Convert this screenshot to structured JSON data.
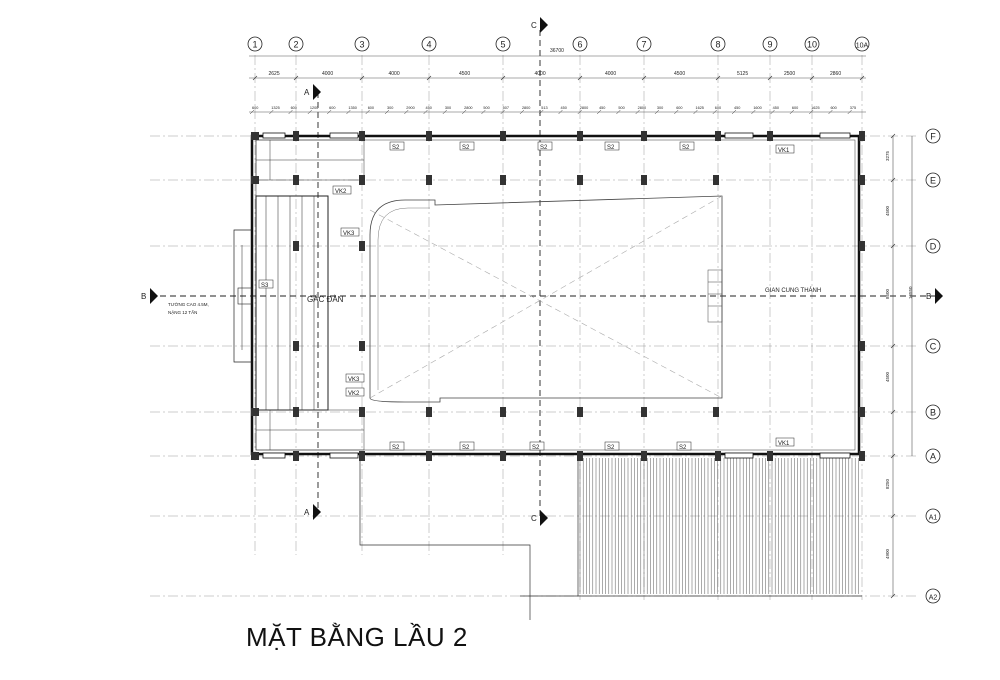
{
  "title": "MẶT BẰNG LẦU 2",
  "grid_columns": [
    "1",
    "2",
    "3",
    "4",
    "5",
    "6",
    "7",
    "8",
    "9",
    "10",
    "10A"
  ],
  "grid_rows": [
    "F",
    "E",
    "D",
    "C",
    "B",
    "A",
    "A1",
    "A2"
  ],
  "top_total": "36700",
  "top_dims": [
    "2625",
    "4000",
    "4000",
    "4500",
    "4000",
    "4000",
    "4500",
    "5125",
    "2500",
    "2860"
  ],
  "fine_dims": [
    "600",
    "1325",
    "600",
    "1200",
    "600",
    "1350",
    "600",
    "300",
    "2900",
    "450",
    "300",
    "2800",
    "500",
    "507",
    "2800",
    "513",
    "450",
    "2800",
    "450",
    "500",
    "2800",
    "300",
    "600",
    "1625",
    "600",
    "450",
    "1600",
    "450",
    "600",
    "1625",
    "600",
    "375"
  ],
  "right_dims": [
    "3275",
    "4500",
    "8500",
    "4500",
    "8250",
    "4900"
  ],
  "right_total": "16550",
  "section_labels": {
    "a": "A",
    "b": "B",
    "c": "C"
  },
  "room_labels": {
    "gac_dan": "GÁC ĐÀN",
    "gian_cung_thanh": "GIAN CUNG THÁNH",
    "wall_note_1": "TƯỜNG CAO 4.5M,",
    "wall_note_2": "NẶNG 12 TẤN",
    "s3": "S3",
    "vk1": "VK1",
    "vk2": "VK2",
    "vk3": "VK3"
  },
  "window_tags_top": [
    "S2",
    "S2",
    "S2",
    "S2",
    "S2"
  ],
  "window_tags_bottom": [
    "S2",
    "S2",
    "S2",
    "S2",
    "S2"
  ]
}
